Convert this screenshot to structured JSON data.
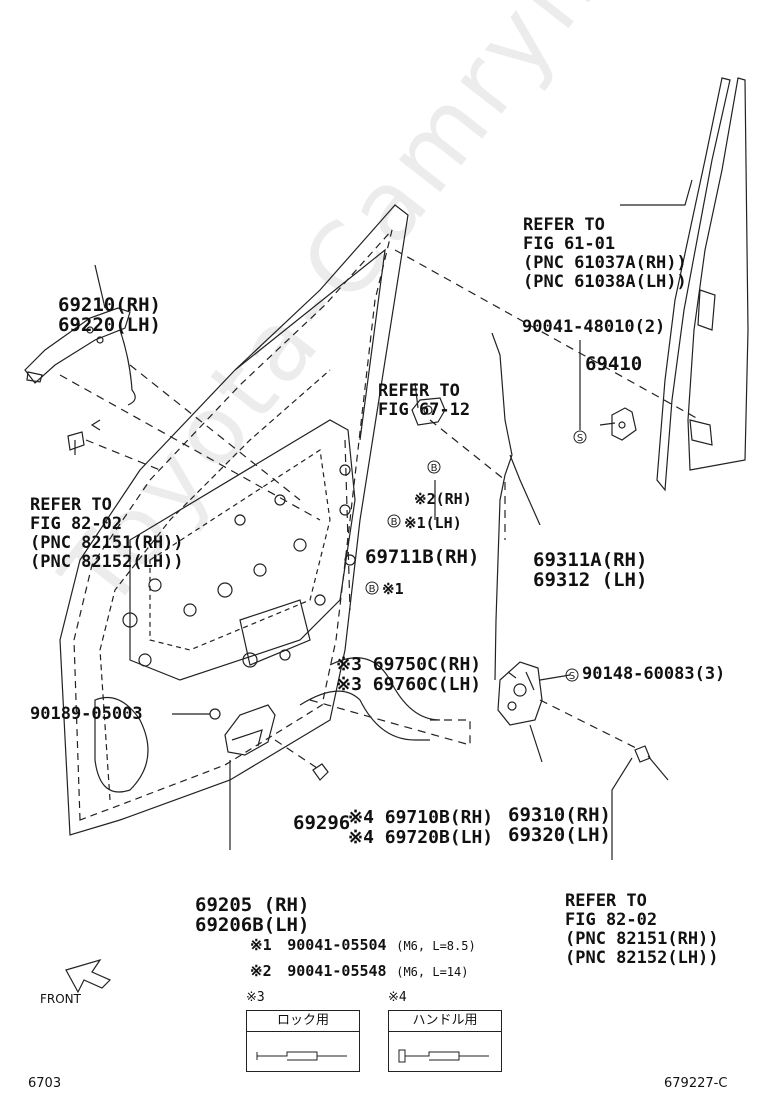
{
  "watermark": "Toyota-Camryline.ru",
  "refer_fig_61_01": [
    "REFER TO",
    "FIG 61-01",
    "(PNC 61037A(RH))",
    "(PNC 61038A(LH))"
  ],
  "handle_outer_top": [
    "69210(RH)",
    "69220(LH)"
  ],
  "refer_fig_67_12": [
    "REFER TO",
    "FIG 67-12"
  ],
  "bolt_90041_48010": "90041-48010(2)",
  "part_69410": "69410",
  "refer_fig_82_02_left": [
    "REFER TO",
    "FIG 82-02",
    "(PNC 82151(RH))",
    "(PNC 82152(LH))"
  ],
  "bolt_b_rh": "※2(RH)",
  "bolt_b_lh": "※1(LH)",
  "b_marker": "B",
  "s_marker": "S",
  "rod_69311": [
    "69311A(RH)",
    "69312 (LH)"
  ],
  "part_69711B": "69711B(RH)",
  "b_x1": "※1",
  "cable_lock": [
    "※3 69750C(RH)",
    "※3 69760C(LH)"
  ],
  "screw_90148": "90148-60083(3)",
  "clip_90189": "90189-05003",
  "cable_handle": [
    "※4 69710B(RH)",
    "※4 69720B(LH)"
  ],
  "lock_assy": [
    "69310(RH)",
    "69320(LH)"
  ],
  "part_69296": "69296",
  "inner_handle": [
    "69205 (RH)",
    "69206B(LH)"
  ],
  "refer_fig_82_02_right": [
    "REFER TO",
    "FIG 82-02",
    "(PNC 82151(RH))",
    "(PNC 82152(LH))"
  ],
  "note1": {
    "mark": "※1",
    "part": "90041-05504",
    "spec": "(M6, L=8.5)"
  },
  "note2": {
    "mark": "※2",
    "part": "90041-05548",
    "spec": "(M6, L=14)"
  },
  "legend3": {
    "mark": "※3",
    "title": "ロック用"
  },
  "legend4": {
    "mark": "※4",
    "title": "ハンドル用"
  },
  "front_label": "FRONT",
  "page_code": "6703",
  "figure_code": "679227-C"
}
